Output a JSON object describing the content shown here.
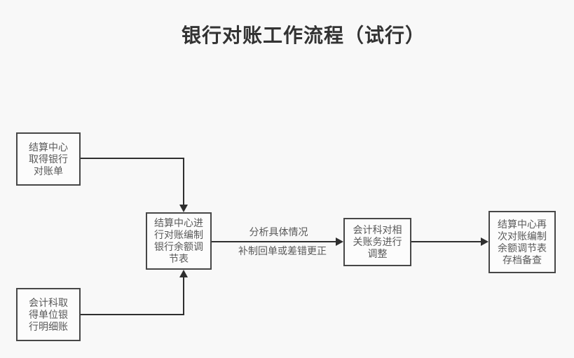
{
  "page": {
    "title": "银行对账工作流程（试行）"
  },
  "colors": {
    "page_bg": "#f8f8f8",
    "box_border": "#474747",
    "box_fill": "#fcfcfc",
    "box_text": "#595959",
    "line": "#2f2f2f",
    "title_text": "#333333"
  },
  "flowchart": {
    "nodes": [
      {
        "id": "settlement-obtain-statement",
        "text": "结算中心\n取得银行\n对账单"
      },
      {
        "id": "accounting-obtain-detail-ledger",
        "text": "会计科取\n得单位银\n行明细账"
      },
      {
        "id": "settlement-prepare-adjustment-table",
        "text": "结算中心进\n行对账编制\n银行余额调\n节表"
      },
      {
        "id": "accounting-adjust-accounts",
        "text": "会计科对相\n关账务进行\n调整"
      },
      {
        "id": "settlement-re-reconcile-archive",
        "text": "结算中心再\n次对账编制\n余额调节表\n存档备查"
      }
    ],
    "edge_labels": {
      "analyze": "分析具体情况",
      "correct": "补制回单或差错更正"
    }
  }
}
